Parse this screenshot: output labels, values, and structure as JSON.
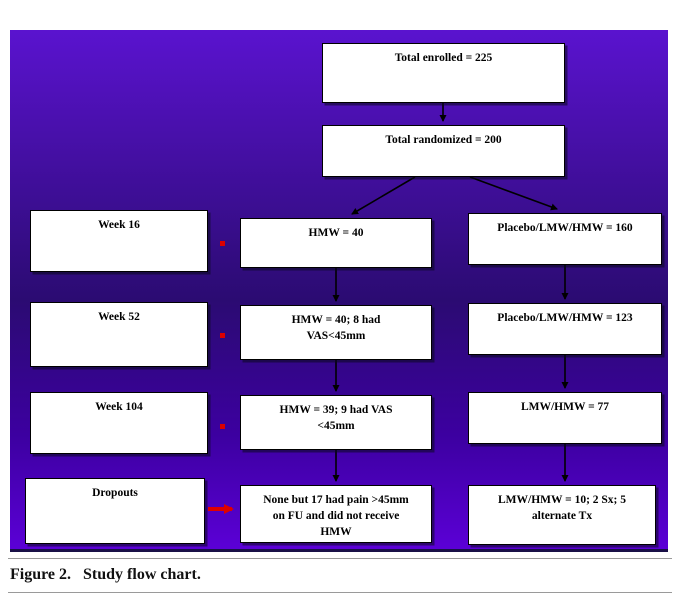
{
  "caption": {
    "label": "Figure 2.",
    "text": "Study flow chart."
  },
  "flowchart": {
    "enrolled": "Total enrolled = 225",
    "randomized": "Total randomized = 200",
    "rows": [
      {
        "timepoint": "Week 16",
        "hmw": "HMW = 40",
        "combined": "Placebo/LMW/HMW = 160"
      },
      {
        "timepoint": "Week 52",
        "hmw": "HMW = 40; 8 had\nVAS<45mm",
        "combined": "Placebo/LMW/HMW = 123"
      },
      {
        "timepoint": "Week 104",
        "hmw": "HMW = 39; 9 had VAS\n<45mm",
        "combined": "LMW/HMW = 77"
      },
      {
        "timepoint": "Dropouts",
        "hmw": "None but 17 had pain >45mm\non FU and did not receive\nHMW",
        "combined": "LMW/HMW = 10; 2 Sx; 5\nalternate Tx"
      }
    ]
  },
  "colors": {
    "accent_red": "#dd0000",
    "panel_top": "#5a13cf",
    "panel_mid": "#2b0b72",
    "panel_bottom": "#5b00d6",
    "box_bg": "#ffffff",
    "connector": "#000000"
  }
}
